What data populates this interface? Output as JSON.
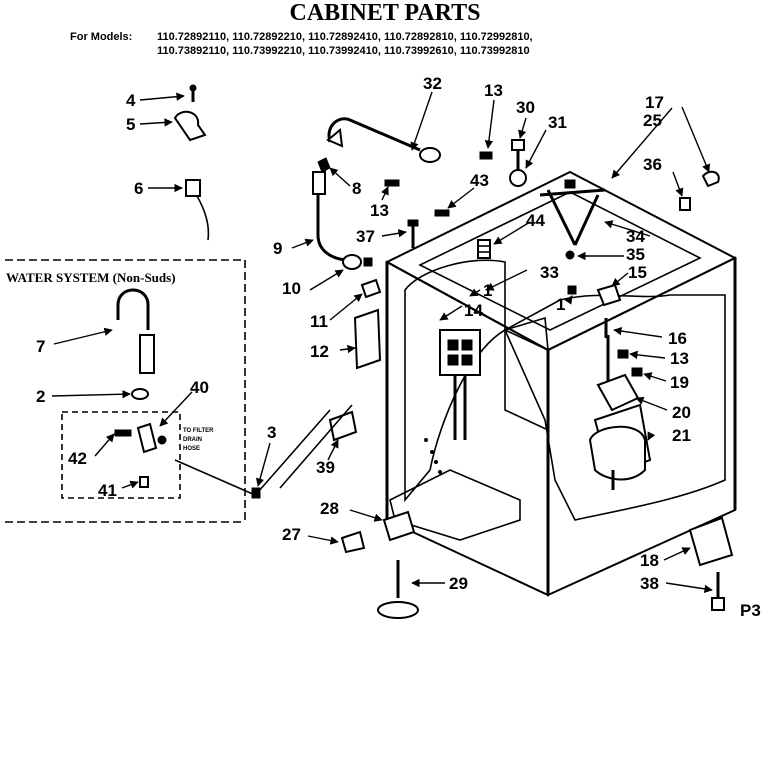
{
  "title": "CABINET PARTS",
  "models_label": "For Models:",
  "models_line1": "110.72892110, 110.72892210, 110.72892410, 110.72892810, 110.72992810,",
  "models_line2": "110.73892110, 110.73992210, 110.73992410, 110.73992610, 110.73992810",
  "inset_title": "WATER SYSTEM (Non-Suds)",
  "inset_note": [
    "TO FILTER",
    "DRAIN",
    "HOSE"
  ],
  "page_code": "P3",
  "callouts": [
    {
      "id": "c4",
      "text": "4"
    },
    {
      "id": "c5",
      "text": "5"
    },
    {
      "id": "c6",
      "text": "6"
    },
    {
      "id": "c32",
      "text": "32"
    },
    {
      "id": "c13a",
      "text": "13"
    },
    {
      "id": "c30",
      "text": "30"
    },
    {
      "id": "c31",
      "text": "31"
    },
    {
      "id": "c17",
      "text": "17"
    },
    {
      "id": "c25",
      "text": "25"
    },
    {
      "id": "c8",
      "text": "8"
    },
    {
      "id": "c13b",
      "text": "13"
    },
    {
      "id": "c43",
      "text": "43"
    },
    {
      "id": "c36",
      "text": "36"
    },
    {
      "id": "c37",
      "text": "37"
    },
    {
      "id": "c44",
      "text": "44"
    },
    {
      "id": "c34",
      "text": "34"
    },
    {
      "id": "c35",
      "text": "35"
    },
    {
      "id": "c9",
      "text": "9"
    },
    {
      "id": "c10",
      "text": "10"
    },
    {
      "id": "c33",
      "text": "33"
    },
    {
      "id": "c15",
      "text": "15"
    },
    {
      "id": "c11",
      "text": "11"
    },
    {
      "id": "c14",
      "text": "14"
    },
    {
      "id": "c1a",
      "text": "1"
    },
    {
      "id": "c1b",
      "text": "1"
    },
    {
      "id": "c16",
      "text": "16"
    },
    {
      "id": "c7",
      "text": "7"
    },
    {
      "id": "c12",
      "text": "12"
    },
    {
      "id": "c13c",
      "text": "13"
    },
    {
      "id": "c19",
      "text": "19"
    },
    {
      "id": "c2",
      "text": "2"
    },
    {
      "id": "c40",
      "text": "40"
    },
    {
      "id": "c20",
      "text": "20"
    },
    {
      "id": "c3",
      "text": "3"
    },
    {
      "id": "c21",
      "text": "21"
    },
    {
      "id": "c42",
      "text": "42"
    },
    {
      "id": "c39",
      "text": "39"
    },
    {
      "id": "c41",
      "text": "41"
    },
    {
      "id": "c28",
      "text": "28"
    },
    {
      "id": "c27",
      "text": "27"
    },
    {
      "id": "c18",
      "text": "18"
    },
    {
      "id": "c29",
      "text": "29"
    },
    {
      "id": "c38",
      "text": "38"
    }
  ]
}
